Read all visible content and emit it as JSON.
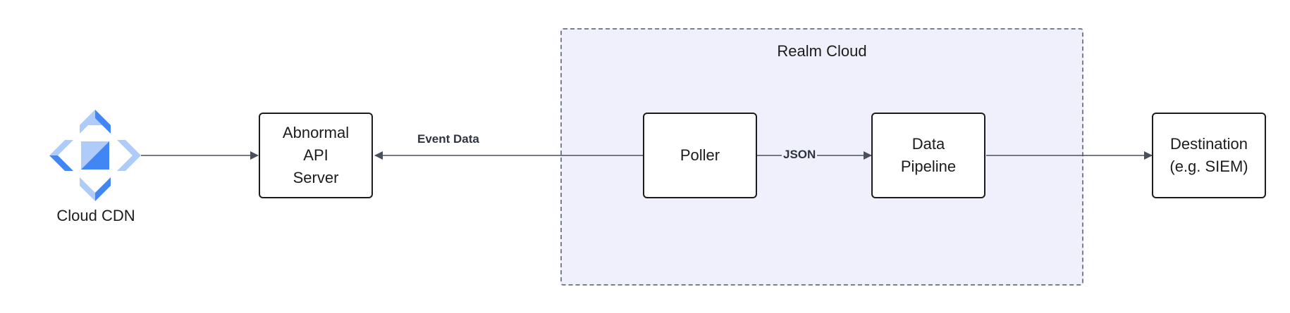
{
  "group": {
    "title": "Realm Cloud"
  },
  "nodes": {
    "abnormal_api_server": {
      "lines": [
        "Abnormal",
        "API",
        "Server"
      ]
    },
    "poller": {
      "lines": [
        "Poller"
      ]
    },
    "data_pipeline": {
      "lines": [
        "Data",
        "Pipeline"
      ]
    },
    "destination": {
      "lines": [
        "Destination",
        "(e.g. SIEM)"
      ]
    }
  },
  "cdn": {
    "label": "Cloud CDN",
    "icon": "cloud-cdn-icon"
  },
  "edges": {
    "event_data": "Event Data",
    "json": "JSON"
  },
  "colors": {
    "group_fill": "#f0f0fc",
    "group_border": "#7a7f8c",
    "edge": "#4a4f5c",
    "icon_dark": "#4285f4",
    "icon_light": "#aecbfa"
  }
}
